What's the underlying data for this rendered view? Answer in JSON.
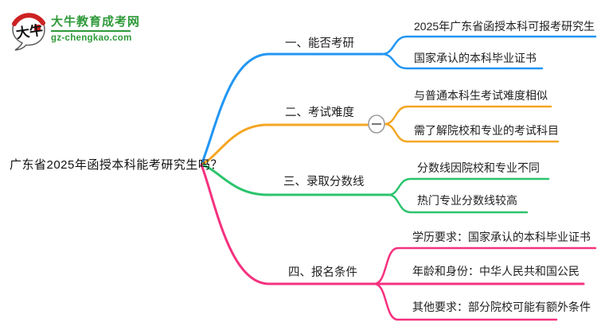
{
  "logo": {
    "icon_text": "大牛",
    "site_name": "大牛教育成考网",
    "site_url": "gz-chengkao.com",
    "brand_color": "#2E9939",
    "seal_color": "#CC2222"
  },
  "root": {
    "title": "广东省2025年函授本科能考研究生吗？"
  },
  "toggle": {
    "symbol": "−"
  },
  "branches": [
    {
      "label": "一、能否考研",
      "color": "#2196F3",
      "children": [
        "2025年广东省函授本科可报考研究生",
        "国家承认的本科毕业证书"
      ]
    },
    {
      "label": "二、考试难度",
      "color": "#F5A623",
      "children": [
        "与普通本科生考试难度相似",
        "需了解院校和专业的考试科目"
      ]
    },
    {
      "label": "三、录取分数线",
      "color": "#2BC46D",
      "children": [
        "分数线因院校和专业不同",
        "热门专业分数线较高"
      ]
    },
    {
      "label": "四、报名条件",
      "color": "#F5317F",
      "children": [
        "学历要求：国家承认的本科毕业证书",
        "年龄和身份：中华人民共和国公民",
        "其他要求：部分院校可能有额外条件"
      ]
    }
  ]
}
